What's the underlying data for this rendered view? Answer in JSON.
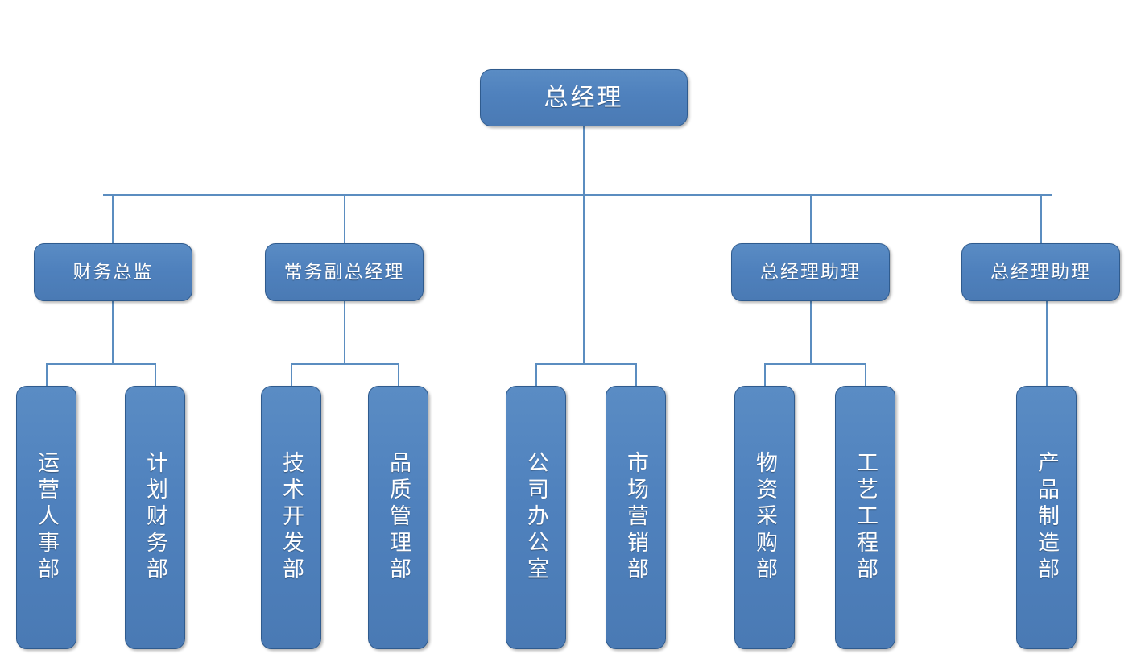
{
  "chart_title": "",
  "theme": {
    "box_fill": "#4F81BD",
    "box_fill_light": "#5A8CC4",
    "box_border": "#2F5B8E",
    "connector": "#5B8DC0",
    "text": "#FFFFFF",
    "background": "#FFFFFF"
  },
  "org": {
    "root": {
      "label": "总经理"
    },
    "managers": [
      {
        "label": "财务总监"
      },
      {
        "label": "常务副总经理"
      },
      {
        "label": "总经理助理"
      },
      {
        "label": "总经理助理"
      }
    ],
    "departments": [
      {
        "label": "运营人事部"
      },
      {
        "label": "计划财务部"
      },
      {
        "label": "技术开发部"
      },
      {
        "label": "品质管理部"
      },
      {
        "label": "公司办公室"
      },
      {
        "label": "市场营销部"
      },
      {
        "label": "物资采购部"
      },
      {
        "label": "工艺工程部"
      },
      {
        "label": "产品制造部"
      }
    ]
  }
}
